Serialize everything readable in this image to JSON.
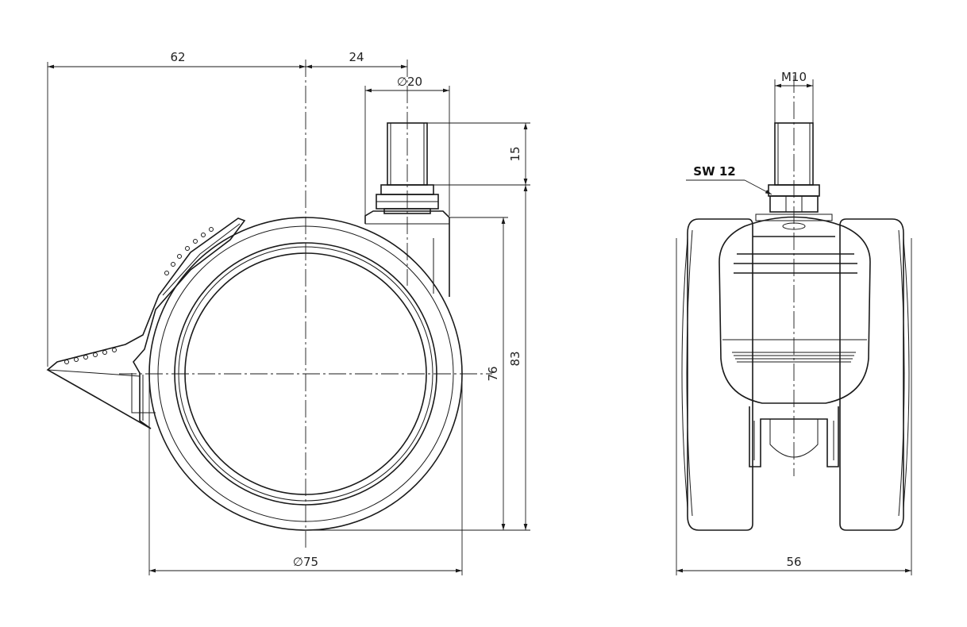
{
  "side_view": {
    "dimensions": {
      "width_brake_to_axis": "62",
      "axis_to_stem": "24",
      "stem_diameter": "∅20",
      "stem_height": "15",
      "axle_height": "76",
      "total_height": "83",
      "wheel_diameter": "∅75"
    }
  },
  "front_view": {
    "dimensions": {
      "thread": "M10",
      "width": "56"
    },
    "labels": {
      "wrench_size": "SW 12"
    }
  }
}
